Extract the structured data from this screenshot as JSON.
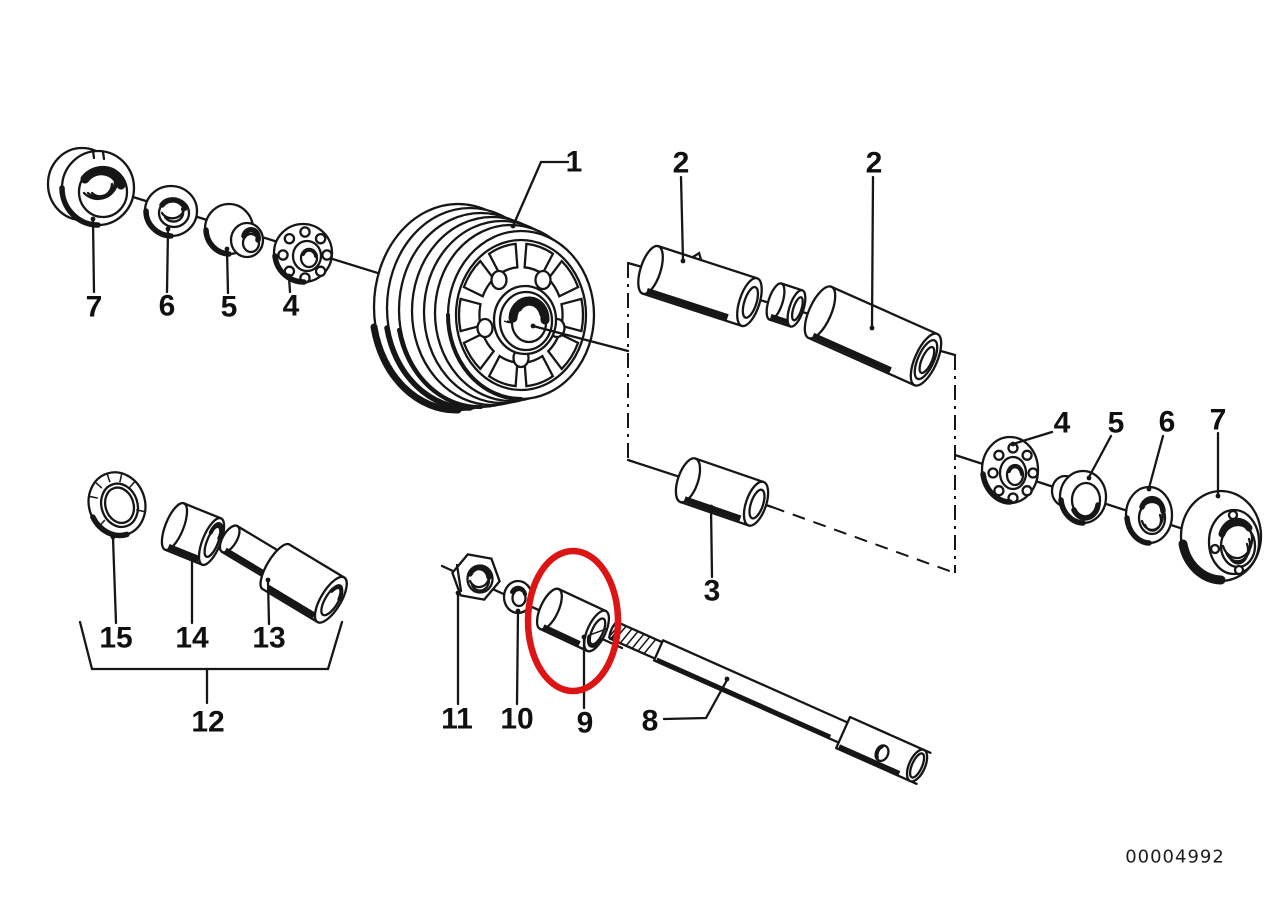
{
  "page": {
    "background": "#ffffff",
    "ink_color": "#161616"
  },
  "diagram": {
    "type": "exploded-parts-diagram",
    "watermark": "00004992",
    "highlight": {
      "color": "#dc1414",
      "part_label": "9"
    },
    "callouts": [
      {
        "label": "1"
      },
      {
        "label": "2"
      },
      {
        "label": "2"
      },
      {
        "label": "3"
      },
      {
        "label": "4"
      },
      {
        "label": "5"
      },
      {
        "label": "6"
      },
      {
        "label": "7"
      },
      {
        "label": "7"
      },
      {
        "label": "6"
      },
      {
        "label": "5"
      },
      {
        "label": "4"
      },
      {
        "label": "15"
      },
      {
        "label": "14"
      },
      {
        "label": "13"
      },
      {
        "label": "12"
      },
      {
        "label": "11"
      },
      {
        "label": "10"
      },
      {
        "label": "9"
      },
      {
        "label": "8"
      }
    ]
  }
}
